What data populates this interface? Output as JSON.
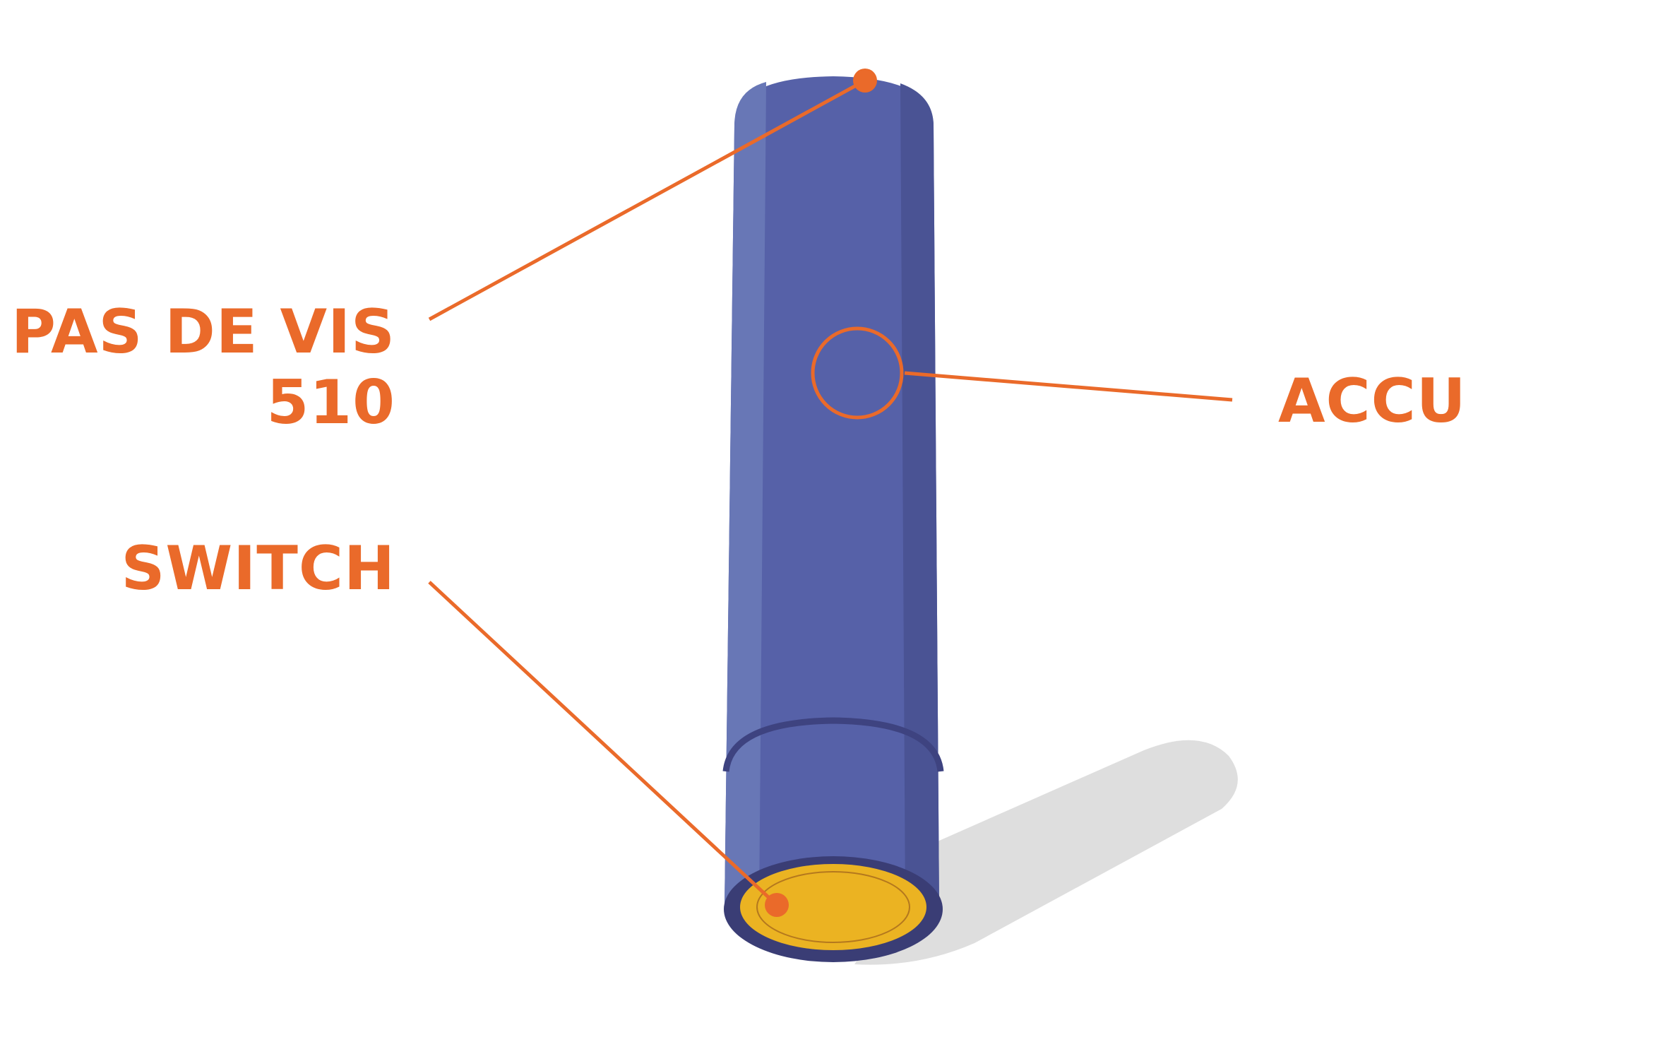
{
  "colors": {
    "accent": "#EA6A2A",
    "body": "#5661A8",
    "body_highlight": "#6877B6",
    "body_shade": "#4A5394",
    "band": "#3E4380",
    "rim": "#3A3D75",
    "button": "#EBB322",
    "shadow": "#DEDEDE"
  },
  "labels": {
    "thread_line1": "PAS DE VIS",
    "thread_line2": "510",
    "switch": "SWITCH",
    "accu": "ACCU"
  },
  "icons": {
    "thread_marker": "dot-marker-icon",
    "accu_marker": "ring-marker-icon",
    "switch_marker": "dot-marker-icon"
  }
}
